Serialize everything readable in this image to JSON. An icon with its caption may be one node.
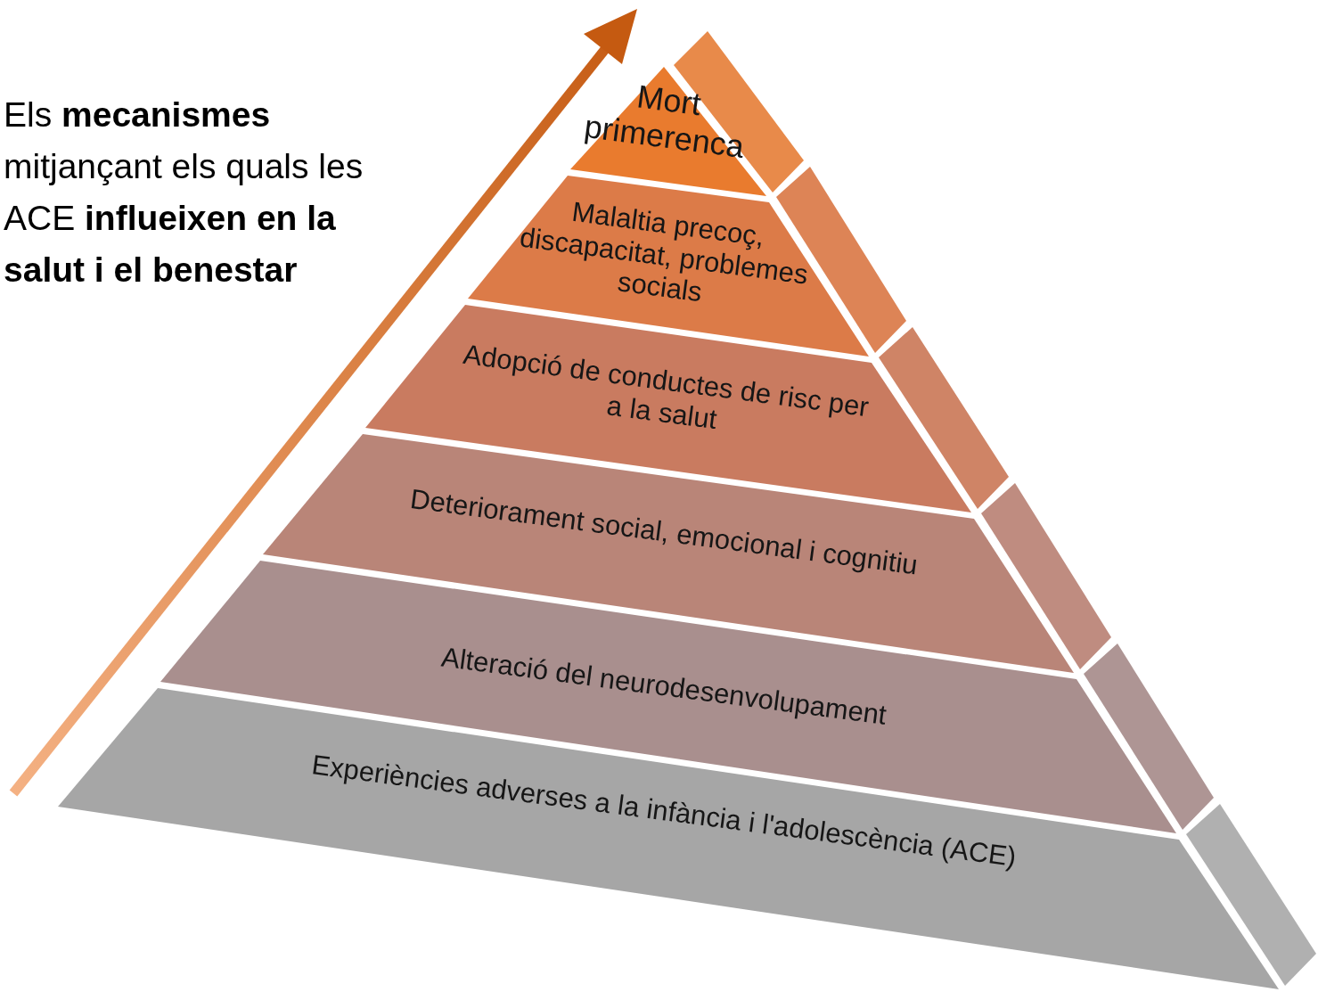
{
  "diagram": {
    "title": "Els **mecanismes** mitjançant els quals les ACE **influeixen en la salut i el benestar**",
    "nodes": [
      {
        "text": [
          "Mort primerenca"
        ]
      },
      {
        "text": [
          "Malaltia precoç, discapacitat, problemes socials"
        ]
      },
      {
        "text": [
          "Adopció de conductes de risc per a la salut"
        ]
      },
      {
        "text": [
          "Deteriorament social, emocional i cognitiu"
        ]
      },
      {
        "text": [
          "Alteració del neurodesenvolupament"
        ]
      },
      {
        "text": [
          "Experiències adverses a la infància i l'adolescència (ACE)"
        ]
      }
    ]
  }
}
